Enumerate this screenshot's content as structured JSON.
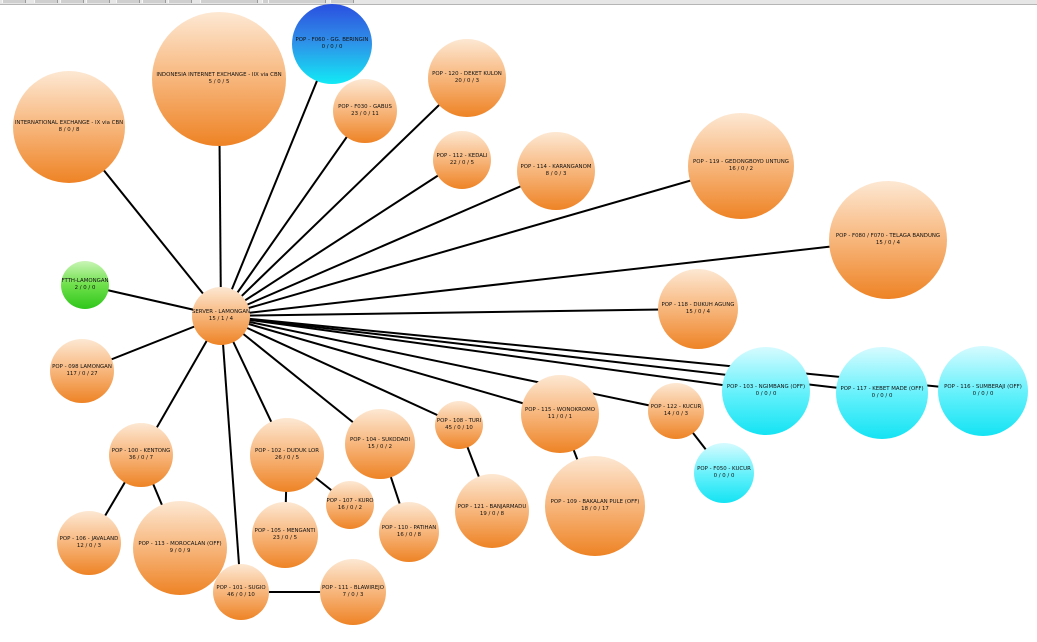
{
  "colors": {
    "orange": "#F08A2E",
    "cyan": "#14E3F3",
    "green": "#2FC61C",
    "blue": "#2A4FE0",
    "link": "#000000"
  },
  "toolbar": {
    "button_count": 11
  },
  "nodes": [
    {
      "id": "server",
      "label": "SERVER - LAMONGAN",
      "stats": "15 / 1 / 4",
      "color": "orange"
    },
    {
      "id": "iix",
      "label": "INDONESIA INTERNET EXCHANGE - IIX via CBN",
      "stats": "5 / 0 / 5",
      "color": "orange"
    },
    {
      "id": "intl",
      "label": "INTERNATIONAL EXCHANGE - IX via CBN",
      "stats": "8 / 0 / 8",
      "color": "orange"
    },
    {
      "id": "f060",
      "label": "POP - F060 - GG. BERINGIN",
      "stats": "0 / 0 / 0",
      "color": "blue"
    },
    {
      "id": "f030",
      "label": "POP - F030 - GABUS",
      "stats": "23 / 0 / 11",
      "color": "orange"
    },
    {
      "id": "p120",
      "label": "POP - 120 - DEKET KULON",
      "stats": "20 / 0 / 3",
      "color": "orange"
    },
    {
      "id": "p112",
      "label": "POP - 112 - KEDALI",
      "stats": "22 / 0 / 5",
      "color": "orange"
    },
    {
      "id": "p114",
      "label": "POP - 114 - KARANGANOM",
      "stats": "8 / 0 / 3",
      "color": "orange"
    },
    {
      "id": "p119",
      "label": "POP - 119 - GEDONGBOYO UNTUNG",
      "stats": "16 / 0 / 2",
      "color": "orange"
    },
    {
      "id": "f080",
      "label": "POP - F080 / F070 - TELAGA BANDUNG",
      "stats": "15 / 0 / 4",
      "color": "orange"
    },
    {
      "id": "ftth",
      "label": "FTTH-LAMONGAN",
      "stats": "2 / 0 / 0",
      "color": "green"
    },
    {
      "id": "p118",
      "label": "POP - 118 - DUKUH AGUNG",
      "stats": "15 / 0 / 4",
      "color": "orange"
    },
    {
      "id": "p098",
      "label": "POP - 098 LAMONGAN",
      "stats": "117 / 0 / 27",
      "color": "orange"
    },
    {
      "id": "p103",
      "label": "POP - 103 - NGIMBANG (OFF)",
      "stats": "0 / 0 / 0",
      "color": "cyan"
    },
    {
      "id": "p117",
      "label": "POP - 117 - KEBET MADE (OFF)",
      "stats": "0 / 0 / 0",
      "color": "cyan"
    },
    {
      "id": "p116",
      "label": "POP - 116 - SUMBERAJI (OFF)",
      "stats": "0 / 0 / 0",
      "color": "cyan"
    },
    {
      "id": "p122",
      "label": "POP - 122 - KUCUR",
      "stats": "14 / 0 / 3",
      "color": "orange"
    },
    {
      "id": "f050",
      "label": "POP - F050 - KUCUR",
      "stats": "0 / 0 / 0",
      "color": "cyan"
    },
    {
      "id": "p115",
      "label": "POP - 115 - WONOKROMO",
      "stats": "11 / 0 / 1",
      "color": "orange"
    },
    {
      "id": "p108",
      "label": "POP - 108 - TURI",
      "stats": "45 / 0 / 10",
      "color": "orange"
    },
    {
      "id": "p104",
      "label": "POP - 104 - SUKODADI",
      "stats": "15 / 0 / 2",
      "color": "orange"
    },
    {
      "id": "p102",
      "label": "POP - 102 - DUDUK LOR",
      "stats": "26 / 0 / 5",
      "color": "orange"
    },
    {
      "id": "p100",
      "label": "POP - 100 - KENTONG",
      "stats": "36 / 0 / 7",
      "color": "orange"
    },
    {
      "id": "p107",
      "label": "POP - 107 - KURO",
      "stats": "16 / 0 / 2",
      "color": "orange"
    },
    {
      "id": "p110",
      "label": "POP - 110 - PATIHAN",
      "stats": "16 / 0 / 8",
      "color": "orange"
    },
    {
      "id": "p121",
      "label": "POP - 121 - BANJARMADU",
      "stats": "19 / 0 / 8",
      "color": "orange"
    },
    {
      "id": "p109",
      "label": "POP - 109 - BAKALAN PULE (OFF)",
      "stats": "18 / 0 / 17",
      "color": "orange"
    },
    {
      "id": "p105",
      "label": "POP - 105 - MENGANTI",
      "stats": "23 / 0 / 5",
      "color": "orange"
    },
    {
      "id": "p106",
      "label": "POP - 106 - JAVALAND",
      "stats": "12 / 0 / 3",
      "color": "orange"
    },
    {
      "id": "p113",
      "label": "POP - 113 - MOROCALAN (OFF)",
      "stats": "9 / 0 / 9",
      "color": "orange"
    },
    {
      "id": "p101",
      "label": "POP - 101 - SUGIO",
      "stats": "46 / 0 / 10",
      "color": "orange"
    },
    {
      "id": "p111",
      "label": "POP - 111 - BLAWIREJO",
      "stats": "7 / 0 / 3",
      "color": "orange"
    }
  ],
  "links": [
    [
      "server",
      "iix"
    ],
    [
      "server",
      "intl"
    ],
    [
      "server",
      "f060"
    ],
    [
      "server",
      "f030"
    ],
    [
      "server",
      "p120"
    ],
    [
      "server",
      "p112"
    ],
    [
      "server",
      "p114"
    ],
    [
      "server",
      "p119"
    ],
    [
      "server",
      "f080"
    ],
    [
      "server",
      "ftth"
    ],
    [
      "server",
      "p118"
    ],
    [
      "server",
      "p098"
    ],
    [
      "server",
      "p103"
    ],
    [
      "server",
      "p117"
    ],
    [
      "server",
      "p116"
    ],
    [
      "server",
      "p122"
    ],
    [
      "server",
      "p115"
    ],
    [
      "server",
      "p108"
    ],
    [
      "server",
      "p104"
    ],
    [
      "server",
      "p102"
    ],
    [
      "server",
      "p100"
    ],
    [
      "server",
      "p101"
    ],
    [
      "p122",
      "f050"
    ],
    [
      "p108",
      "p121"
    ],
    [
      "p115",
      "p109"
    ],
    [
      "p104",
      "p110"
    ],
    [
      "p102",
      "p105"
    ],
    [
      "p102",
      "p107"
    ],
    [
      "p100",
      "p106"
    ],
    [
      "p100",
      "p113"
    ],
    [
      "p101",
      "p111"
    ]
  ]
}
